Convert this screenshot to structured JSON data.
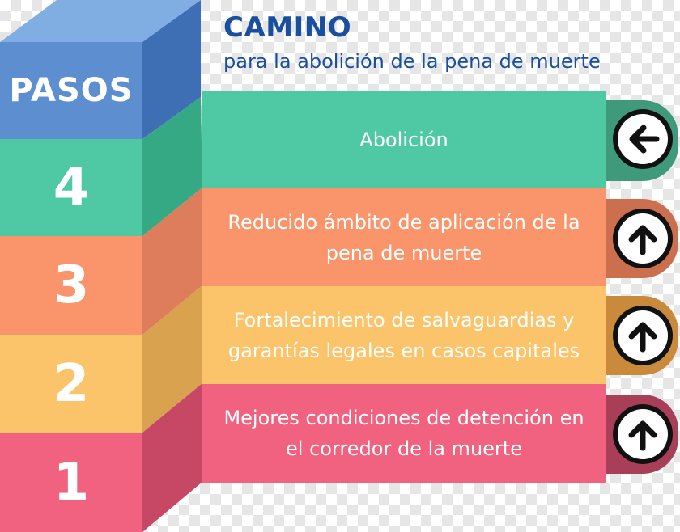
{
  "header": {
    "title": "CAMINO",
    "subtitle": "para la abolición de la pena de muerte"
  },
  "tower": {
    "label": "PASOS",
    "steps": [
      "4",
      "3",
      "2",
      "1"
    ]
  },
  "bands": [
    {
      "text": "Abolición",
      "arrow": "left-arrow-icon"
    },
    {
      "text": "Reducido ámbito de aplicación de la pena de muerte",
      "arrow": "up-arrow-icon"
    },
    {
      "text": "Fortalecimiento de salvaguardias y garantías legales en casos capitales",
      "arrow": "up-arrow-icon"
    },
    {
      "text": "Mejores condiciones de detención en el corredor de la muerte",
      "arrow": "up-arrow-icon"
    }
  ],
  "colors": {
    "title": "#1a4fa0",
    "pasos": "#5d8fd0",
    "step4": "#4fc9a3",
    "step3": "#fa946a",
    "step2": "#fbc36a",
    "step1": "#f0627f"
  }
}
